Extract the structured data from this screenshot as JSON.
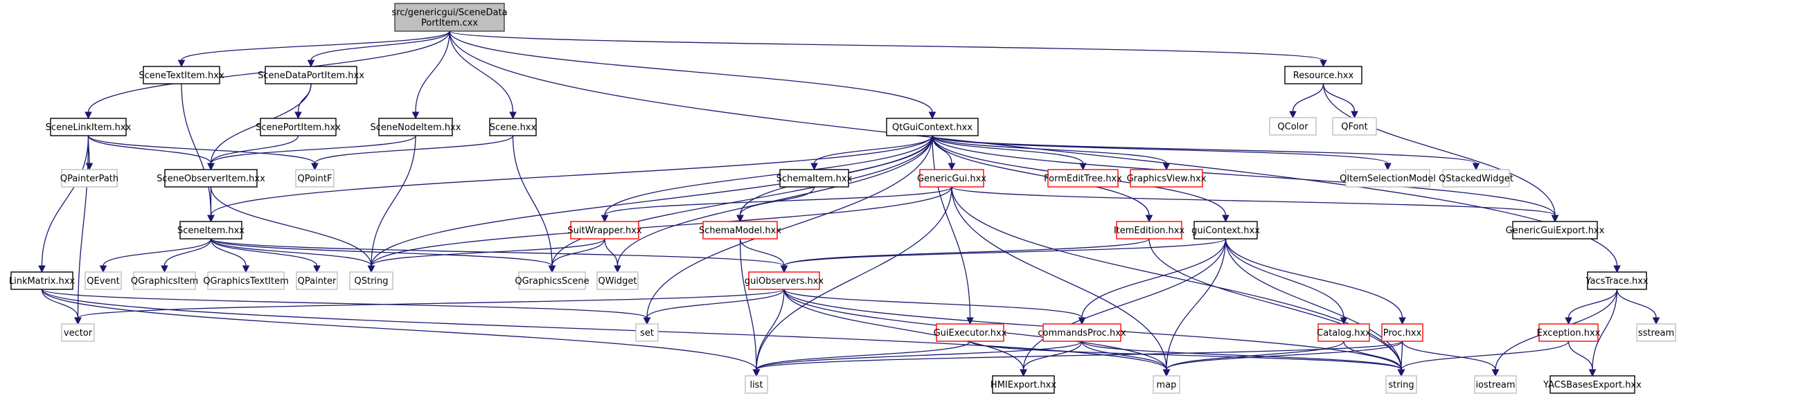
{
  "diagram": {
    "type": "include-dependency-graph",
    "colors": {
      "edge": "#191970",
      "root_fill": "#bfbfbf",
      "root_border": "#404040",
      "documented_border": "#000000",
      "truncated_border": "#ff0000",
      "external_border": "#bfbfbf",
      "node_fill": "#ffffff"
    },
    "nodes": [
      {
        "id": "root",
        "label": [
          "src/genericgui/SceneData",
          "PortItem.cxx"
        ],
        "kind": "root"
      },
      {
        "id": "SceneTextItem",
        "label": [
          "SceneTextItem.hxx"
        ],
        "kind": "documented"
      },
      {
        "id": "SceneDataPortItem",
        "label": [
          "SceneDataPortItem.hxx"
        ],
        "kind": "documented"
      },
      {
        "id": "SceneLinkItem",
        "label": [
          "SceneLinkItem.hxx"
        ],
        "kind": "documented"
      },
      {
        "id": "ScenePortItem",
        "label": [
          "ScenePortItem.hxx"
        ],
        "kind": "documented"
      },
      {
        "id": "SceneNodeItem",
        "label": [
          "SceneNodeItem.hxx"
        ],
        "kind": "documented"
      },
      {
        "id": "Scene",
        "label": [
          "Scene.hxx"
        ],
        "kind": "documented"
      },
      {
        "id": "QtGuiContext",
        "label": [
          "QtGuiContext.hxx"
        ],
        "kind": "documented"
      },
      {
        "id": "Resource",
        "label": [
          "Resource.hxx"
        ],
        "kind": "documented"
      },
      {
        "id": "QColor",
        "label": [
          "QColor"
        ],
        "kind": "external"
      },
      {
        "id": "QFont",
        "label": [
          "QFont"
        ],
        "kind": "external"
      },
      {
        "id": "QPainterPath",
        "label": [
          "QPainterPath"
        ],
        "kind": "external"
      },
      {
        "id": "SceneObserverItem",
        "label": [
          "SceneObserverItem.hxx"
        ],
        "kind": "documented"
      },
      {
        "id": "QPointF",
        "label": [
          "QPointF"
        ],
        "kind": "external"
      },
      {
        "id": "SchemaItem",
        "label": [
          "SchemaItem.hxx"
        ],
        "kind": "documented"
      },
      {
        "id": "GenericGui",
        "label": [
          "GenericGui.hxx"
        ],
        "kind": "truncated"
      },
      {
        "id": "FormEditTree",
        "label": [
          "FormEditTree.hxx"
        ],
        "kind": "truncated"
      },
      {
        "id": "GraphicsView",
        "label": [
          "GraphicsView.hxx"
        ],
        "kind": "truncated"
      },
      {
        "id": "QItemSelectionModel",
        "label": [
          "QItemSelectionModel"
        ],
        "kind": "external"
      },
      {
        "id": "QStackedWidget",
        "label": [
          "QStackedWidget"
        ],
        "kind": "external"
      },
      {
        "id": "SceneItem",
        "label": [
          "SceneItem.hxx"
        ],
        "kind": "documented"
      },
      {
        "id": "SuitWrapper",
        "label": [
          "SuitWrapper.hxx"
        ],
        "kind": "truncated"
      },
      {
        "id": "SchemaModel",
        "label": [
          "SchemaModel.hxx"
        ],
        "kind": "truncated"
      },
      {
        "id": "ItemEdition",
        "label": [
          "ItemEdition.hxx"
        ],
        "kind": "truncated"
      },
      {
        "id": "guiContext",
        "label": [
          "guiContext.hxx"
        ],
        "kind": "documented"
      },
      {
        "id": "GenericGuiExport",
        "label": [
          "GenericGuiExport.hxx"
        ],
        "kind": "documented"
      },
      {
        "id": "LinkMatrix",
        "label": [
          "LinkMatrix.hxx"
        ],
        "kind": "documented"
      },
      {
        "id": "QEvent",
        "label": [
          "QEvent"
        ],
        "kind": "external"
      },
      {
        "id": "QGraphicsItem",
        "label": [
          "QGraphicsItem"
        ],
        "kind": "external"
      },
      {
        "id": "QGraphicsTextItem",
        "label": [
          "QGraphicsTextItem"
        ],
        "kind": "external"
      },
      {
        "id": "QPainter",
        "label": [
          "QPainter"
        ],
        "kind": "external"
      },
      {
        "id": "QString",
        "label": [
          "QString"
        ],
        "kind": "external"
      },
      {
        "id": "QGraphicsScene",
        "label": [
          "QGraphicsScene"
        ],
        "kind": "external"
      },
      {
        "id": "QWidget",
        "label": [
          "QWidget"
        ],
        "kind": "external"
      },
      {
        "id": "guiObservers",
        "label": [
          "guiObservers.hxx"
        ],
        "kind": "truncated"
      },
      {
        "id": "YacsTrace",
        "label": [
          "YacsTrace.hxx"
        ],
        "kind": "documented"
      },
      {
        "id": "vector",
        "label": [
          "vector"
        ],
        "kind": "external"
      },
      {
        "id": "set",
        "label": [
          "set"
        ],
        "kind": "external"
      },
      {
        "id": "GuiExecutor",
        "label": [
          "GuiExecutor.hxx"
        ],
        "kind": "truncated"
      },
      {
        "id": "commandsProc",
        "label": [
          "commandsProc.hxx"
        ],
        "kind": "truncated"
      },
      {
        "id": "Catalog",
        "label": [
          "Catalog.hxx"
        ],
        "kind": "truncated"
      },
      {
        "id": "Proc",
        "label": [
          "Proc.hxx"
        ],
        "kind": "truncated"
      },
      {
        "id": "Exception",
        "label": [
          "Exception.hxx"
        ],
        "kind": "truncated"
      },
      {
        "id": "sstream",
        "label": [
          "sstream"
        ],
        "kind": "external"
      },
      {
        "id": "list",
        "label": [
          "list"
        ],
        "kind": "external"
      },
      {
        "id": "HMIExport",
        "label": [
          "HMIExport.hxx"
        ],
        "kind": "documented"
      },
      {
        "id": "map",
        "label": [
          "map"
        ],
        "kind": "external"
      },
      {
        "id": "string",
        "label": [
          "string"
        ],
        "kind": "external"
      },
      {
        "id": "iostream",
        "label": [
          "iostream"
        ],
        "kind": "external"
      },
      {
        "id": "YACSBasesExport",
        "label": [
          "YACSBasesExport.hxx"
        ],
        "kind": "documented"
      }
    ],
    "edges": [
      [
        "root",
        "SceneLinkItem"
      ],
      [
        "root",
        "SceneTextItem"
      ],
      [
        "root",
        "SceneDataPortItem"
      ],
      [
        "root",
        "SceneNodeItem"
      ],
      [
        "root",
        "Scene"
      ],
      [
        "root",
        "QtGuiContext"
      ],
      [
        "root",
        "Resource"
      ],
      [
        "root",
        "YacsTrace"
      ],
      [
        "SceneTextItem",
        "SceneItem"
      ],
      [
        "SceneDataPortItem",
        "ScenePortItem"
      ],
      [
        "SceneDataPortItem",
        "SceneObserverItem"
      ],
      [
        "SceneLinkItem",
        "QPainterPath"
      ],
      [
        "SceneLinkItem",
        "SceneObserverItem"
      ],
      [
        "SceneLinkItem",
        "QPointF"
      ],
      [
        "SceneLinkItem",
        "LinkMatrix"
      ],
      [
        "SceneLinkItem",
        "vector"
      ],
      [
        "ScenePortItem",
        "SceneObserverItem"
      ],
      [
        "SceneNodeItem",
        "SceneObserverItem"
      ],
      [
        "SceneNodeItem",
        "QString"
      ],
      [
        "Scene",
        "QPointF"
      ],
      [
        "Scene",
        "QGraphicsScene"
      ],
      [
        "SceneObserverItem",
        "SceneItem"
      ],
      [
        "SceneObserverItem",
        "QString"
      ],
      [
        "Resource",
        "QColor"
      ],
      [
        "Resource",
        "QFont"
      ],
      [
        "Resource",
        "GenericGuiExport"
      ],
      [
        "QtGuiContext",
        "SceneItem"
      ],
      [
        "QtGuiContext",
        "SchemaItem"
      ],
      [
        "QtGuiContext",
        "GenericGui"
      ],
      [
        "QtGuiContext",
        "FormEditTree"
      ],
      [
        "QtGuiContext",
        "GraphicsView"
      ],
      [
        "QtGuiContext",
        "QItemSelectionModel"
      ],
      [
        "QtGuiContext",
        "QStackedWidget"
      ],
      [
        "QtGuiContext",
        "GenericGuiExport"
      ],
      [
        "QtGuiContext",
        "SuitWrapper"
      ],
      [
        "QtGuiContext",
        "SchemaModel"
      ],
      [
        "QtGuiContext",
        "ItemEdition"
      ],
      [
        "QtGuiContext",
        "guiContext"
      ],
      [
        "QtGuiContext",
        "QString"
      ],
      [
        "QtGuiContext",
        "QGraphicsScene"
      ],
      [
        "QtGuiContext",
        "QWidget"
      ],
      [
        "QtGuiContext",
        "set"
      ],
      [
        "QtGuiContext",
        "GuiExecutor"
      ],
      [
        "SchemaItem",
        "SchemaModel"
      ],
      [
        "GenericGui",
        "SuitWrapper"
      ],
      [
        "GenericGui",
        "QString"
      ],
      [
        "GenericGui",
        "GenericGuiExport"
      ],
      [
        "GenericGui",
        "list"
      ],
      [
        "GenericGui",
        "map"
      ],
      [
        "GenericGui",
        "string"
      ],
      [
        "SceneItem",
        "QEvent"
      ],
      [
        "SceneItem",
        "QGraphicsItem"
      ],
      [
        "SceneItem",
        "QGraphicsTextItem"
      ],
      [
        "SceneItem",
        "QPainter"
      ],
      [
        "SceneItem",
        "QString"
      ],
      [
        "SceneItem",
        "QGraphicsScene"
      ],
      [
        "SceneItem",
        "guiObservers"
      ],
      [
        "SuitWrapper",
        "QString"
      ],
      [
        "SuitWrapper",
        "QGraphicsScene"
      ],
      [
        "SuitWrapper",
        "QWidget"
      ],
      [
        "SchemaModel",
        "guiObservers"
      ],
      [
        "SchemaModel",
        "list"
      ],
      [
        "ItemEdition",
        "guiObservers"
      ],
      [
        "ItemEdition",
        "string"
      ],
      [
        "guiContext",
        "guiObservers"
      ],
      [
        "guiContext",
        "commandsProc"
      ],
      [
        "guiContext",
        "Catalog"
      ],
      [
        "guiContext",
        "Proc"
      ],
      [
        "guiContext",
        "map"
      ],
      [
        "guiContext",
        "string"
      ],
      [
        "guiContext",
        "HMIExport"
      ],
      [
        "LinkMatrix",
        "vector"
      ],
      [
        "LinkMatrix",
        "list"
      ],
      [
        "LinkMatrix",
        "set"
      ],
      [
        "LinkMatrix",
        "map"
      ],
      [
        "guiObservers",
        "vector"
      ],
      [
        "guiObservers",
        "set"
      ],
      [
        "guiObservers",
        "list"
      ],
      [
        "guiObservers",
        "commandsProc"
      ],
      [
        "guiObservers",
        "HMIExport"
      ],
      [
        "guiObservers",
        "map"
      ],
      [
        "guiObservers",
        "string"
      ],
      [
        "GuiExecutor",
        "list"
      ],
      [
        "GuiExecutor",
        "string"
      ],
      [
        "commandsProc",
        "list"
      ],
      [
        "commandsProc",
        "HMIExport"
      ],
      [
        "commandsProc",
        "map"
      ],
      [
        "commandsProc",
        "string"
      ],
      [
        "Catalog",
        "map"
      ],
      [
        "Catalog",
        "string"
      ],
      [
        "Proc",
        "list"
      ],
      [
        "Proc",
        "map"
      ],
      [
        "Proc",
        "string"
      ],
      [
        "Proc",
        "iostream"
      ],
      [
        "YacsTrace",
        "Exception"
      ],
      [
        "YacsTrace",
        "sstream"
      ],
      [
        "YacsTrace",
        "iostream"
      ],
      [
        "YacsTrace",
        "YACSBasesExport"
      ],
      [
        "Exception",
        "string"
      ],
      [
        "Exception",
        "YACSBasesExport"
      ]
    ]
  }
}
